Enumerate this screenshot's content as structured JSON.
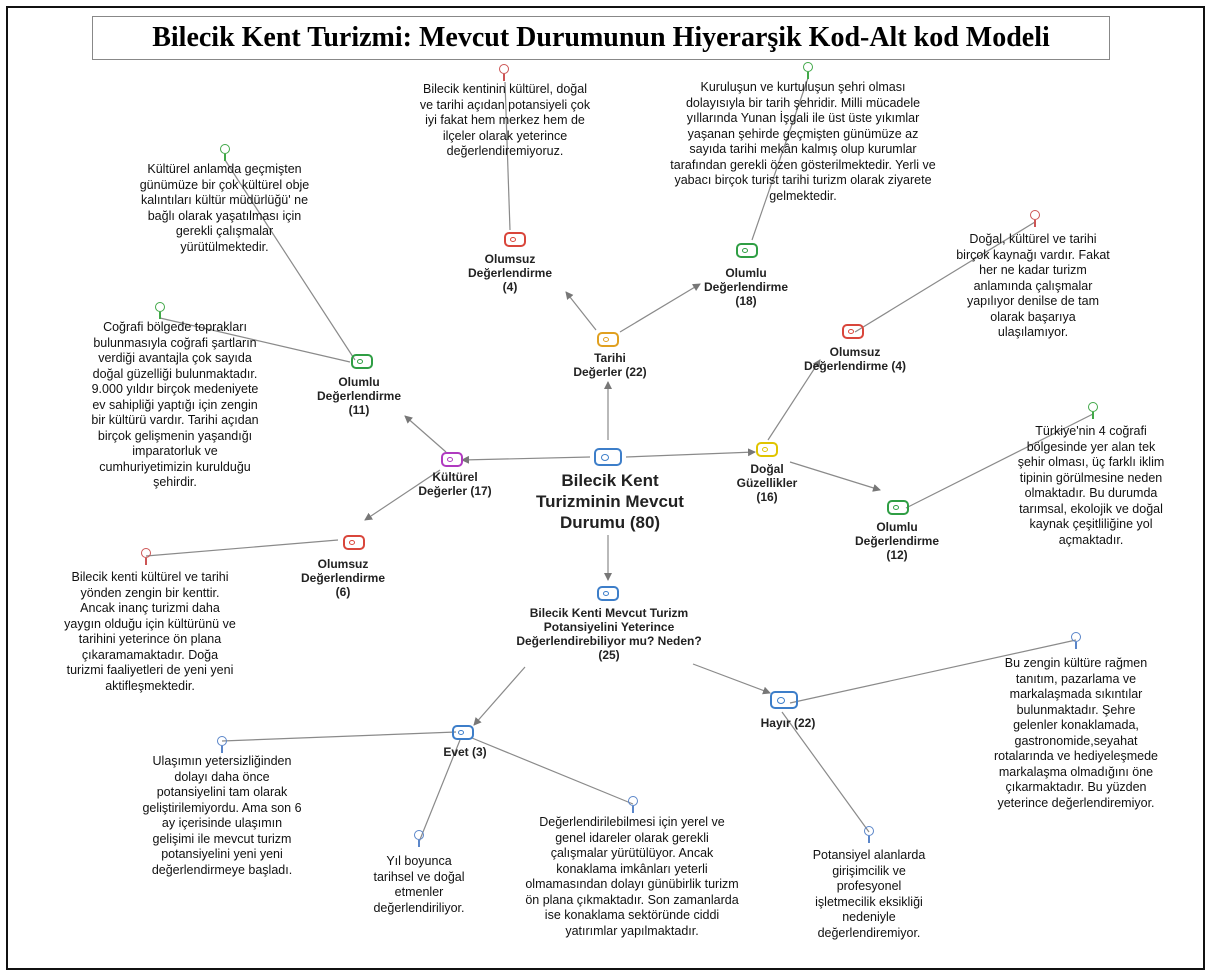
{
  "title": "Bilecik Kent Turizmi: Mevcut Durumunun Hiyerarşik Kod-Alt kod Modeli",
  "colors": {
    "blue": "#3d7ec9",
    "green": "#2f9e44",
    "red": "#d9463b",
    "orange": "#e0a020",
    "yellow": "#e0c400",
    "purple": "#b03ac0",
    "memo_green": "#41a848",
    "memo_red": "#cc5555",
    "memo_blue": "#5b86c9"
  },
  "nodes": {
    "root": "Bilecik Kent\nTurizminin Mevcut\nDurumu (80)",
    "tarihi": "Tarihi\nDeğerler (22)",
    "tarihi_olumsuz": "Olumsuz\nDeğerlendirme\n(4)",
    "tarihi_olumlu": "Olumlu\nDeğerlendirme\n(18)",
    "kulturel": "Kültürel\nDeğerler (17)",
    "kulturel_olumlu": "Olumlu\nDeğerlendirme\n(11)",
    "kulturel_olumsuz": "Olumsuz\nDeğerlendirme\n(6)",
    "dogal": "Doğal\nGüzellikler\n(16)",
    "dogal_olumsuz": "Olumsuz\nDeğerlendirme (4)",
    "dogal_olumlu": "Olumlu\nDeğerlendirme\n(12)",
    "potansiyel": "Bilecik Kenti Mevcut Turizm\nPotansiyelini Yeterince\nDeğerlendirebiliyor mu? Neden?\n(25)",
    "evet": "Evet (3)",
    "hayir": "Hayır (22)"
  },
  "quotes": {
    "tarihi_olumsuz_q": "Bilecik kentinin kültürel, doğal\nve tarihi açıdan potansiyeli çok\niyi fakat hem merkez hem de\nilçeler olarak yeterince\ndeğerlendiremiyoruz.",
    "tarihi_olumlu_q": "Kuruluşun ve kurtuluşun şehri olması\ndolayısıyla bir tarih şehridir. Milli mücadele\nyıllarında Yunan İşgali ile üst üste yıkımlar\nyaşanan şehirde geçmişten günümüze az\nsayıda tarihi mekân kalmış olup kurumlar\ntarafından gerekli özen gösterilmektedir. Yerli ve\nyabacı birçok turist tarihi turizm olarak ziyarete\ngelmektedir.",
    "kulturel_olumlu_q1": "Kültürel anlamda geçmişten\ngünümüze bir çok kültürel obje\nkalıntıları kültür müdürlüğü' ne\nbağlı olarak yaşatılması için\ngerekli çalışmalar\nyürütülmektedir.",
    "kulturel_olumlu_q2": "Coğrafi bölgede toprakları\nbulunmasıyla coğrafi şartların\nverdiği avantajla çok sayıda\ndoğal güzelliği bulunmaktadır.\n9.000 yıldır birçok medeniyete\nev sahipliği yaptığı için zengin\nbir kültürü vardır. Tarihi açıdan\nbirçok gelişmenin yaşandığı\nimparatorluk ve\ncumhuriyetimizin kurulduğu\nşehirdir.",
    "kulturel_olumsuz_q": "Bilecik kenti kültürel ve tarihi\nyönden zengin bir kenttir.\nAncak inanç turizmi daha\nyaygın olduğu için kültürünü ve\ntarihini yeterince ön plana\nçıkaramamaktadır. Doğa\nturizmi faaliyetleri de yeni yeni\naktifleşmektedir.",
    "dogal_olumsuz_q": "Doğal, kültürel ve tarihi\nbirçok kaynağı vardır. Fakat\nher ne kadar turizm\nanlamında çalışmalar\nyapılıyor denilse de tam\nolarak başarıya\nulaşılamıyor.",
    "dogal_olumlu_q": "Türkiye'nin 4 coğrafi\nbölgesinde yer alan tek\nşehir olması, üç farklı iklim\ntipinin görülmesine neden\nolmaktadır. Bu durumda\ntarımsal, ekolojik ve doğal\nkaynak çeşitliliğine yol\naçmaktadır.",
    "evet_q1": "Ulaşımın yetersizliğinden\ndolayı daha önce\npotansiyelini tam olarak\ngeliştirilemiyordu. Ama son 6\nay içerisinde ulaşımın\ngelişimi ile mevcut turizm\npotansiyelini yeni yeni\ndeğerlendirmeye başladı.",
    "evet_q2": "Yıl boyunca\ntarihsel ve doğal\netmenler\ndeğerlendiriliyor.",
    "evet_q3": "Değerlendirilebilmesi için yerel ve\ngenel idareler olarak gerekli\nçalışmalar yürütülüyor. Ancak\nkonaklama imkânları yeterli\nolmamasından dolayı günübirlik turizm\nön plana çıkmaktadır. Son zamanlarda\nise konaklama sektöründe ciddi\nyatırımlar yapılmaktadır.",
    "hayir_q1": "Bu zengin kültüre rağmen\ntanıtım,  pazarlama ve\nmarkalaşmada sıkıntılar\nbulunmaktadır. Şehre\ngelenler konaklamada,\ngastronomide,seyahat\nrotalarında ve hediyeleşmede\nmarkalaşma olmadığını öne\nçıkarmaktadır. Bu yüzden\nyeterince değerlendiremiyor.",
    "hayir_q2": "Potansiyel alanlarda\ngirişimcilik ve\nprofesyonel\nişletmecilik eksikliği\nnedeniyle\ndeğerlendiremiyor."
  }
}
